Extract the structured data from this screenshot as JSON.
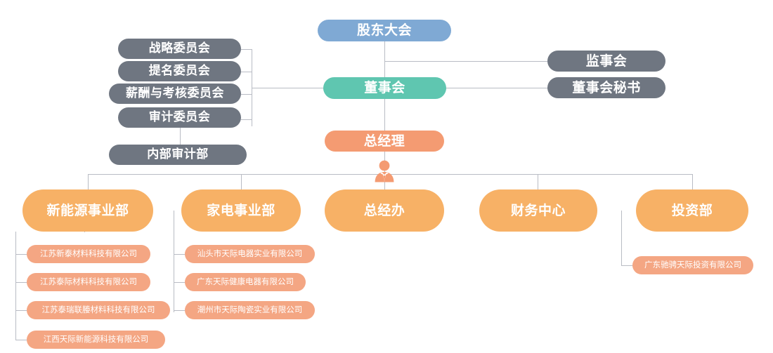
{
  "chart": {
    "type": "org-chart",
    "title": "",
    "colors": {
      "shareholders": "#7fa9d4",
      "board": "#5fc6b0",
      "gray": "#6f7681",
      "manager": "#f49b72",
      "department": "#f7b166",
      "subsidiary": "#f4a683",
      "connector": "#b9bcc4"
    }
  },
  "top": {
    "shareholders_meeting": "股东大会"
  },
  "board": {
    "board_of_directors": "董事会",
    "supervisory_board": "监事会",
    "board_secretary": "董事会秘书"
  },
  "committees": [
    {
      "label": "战略委员会"
    },
    {
      "label": "提名委员会"
    },
    {
      "label": "薪酬与考核委员会"
    },
    {
      "label": "审计委员会"
    }
  ],
  "internal_audit": {
    "label": "内部审计部"
  },
  "manager": {
    "label": "总经理",
    "icon": "businessman-icon"
  },
  "departments": [
    {
      "label": "新能源事业部",
      "subsidiaries": [
        "江苏新泰材料科技有限公司",
        "江苏泰际材料科技有限公司",
        "江苏泰瑞联媵材料科技有限公司",
        "江西天际新能源科技有限公司"
      ]
    },
    {
      "label": "家电事业部",
      "subsidiaries": [
        "汕头市天际电器实业有限公司",
        "广东天际健康电器有限公司",
        "潮州市天际陶瓷实业有限公司"
      ]
    },
    {
      "label": "总经办",
      "subsidiaries": []
    },
    {
      "label": "财务中心",
      "subsidiaries": []
    },
    {
      "label": "投资部",
      "subsidiaries": [
        "广东驰骋天际投资有限公司"
      ]
    }
  ]
}
